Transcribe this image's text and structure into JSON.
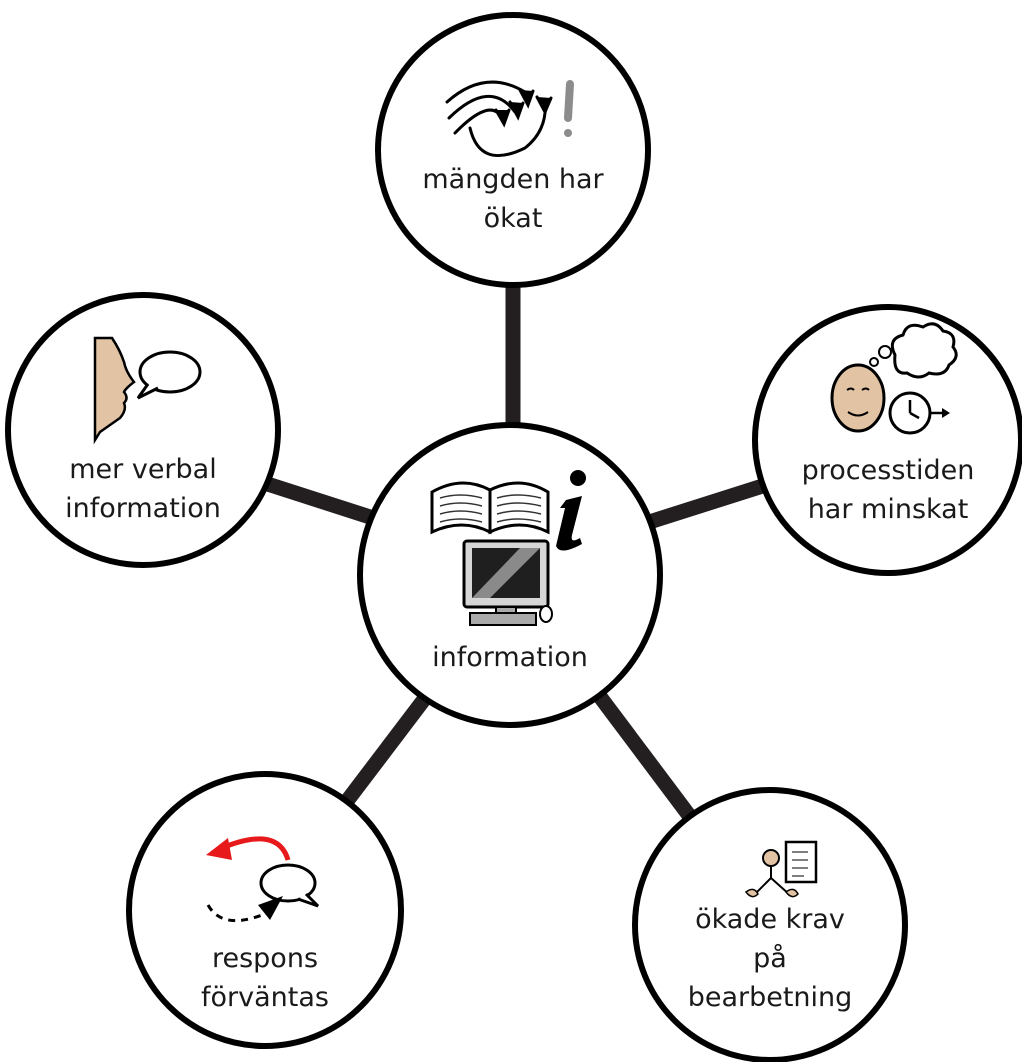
{
  "center": {
    "label": "information",
    "icon": "information-icon"
  },
  "nodes": [
    {
      "id": "top",
      "lines": [
        "mängden har",
        "ökat"
      ],
      "icon": "increasing-amount-icon"
    },
    {
      "id": "right",
      "lines": [
        "processtiden",
        "har minskat"
      ],
      "icon": "thinking-clock-icon"
    },
    {
      "id": "bottom-right",
      "lines": [
        "ökade krav",
        "på",
        "bearbetning"
      ],
      "icon": "person-document-icon"
    },
    {
      "id": "bottom-left",
      "lines": [
        "respons",
        "förväntas"
      ],
      "icon": "response-arrow-icon"
    },
    {
      "id": "left",
      "lines": [
        "mer verbal",
        "information"
      ],
      "icon": "speaking-face-icon"
    }
  ],
  "colors": {
    "spoke": "#231f20",
    "outline": "#000000",
    "accent_red": "#e8191b",
    "skin": "#e2c4a5"
  }
}
